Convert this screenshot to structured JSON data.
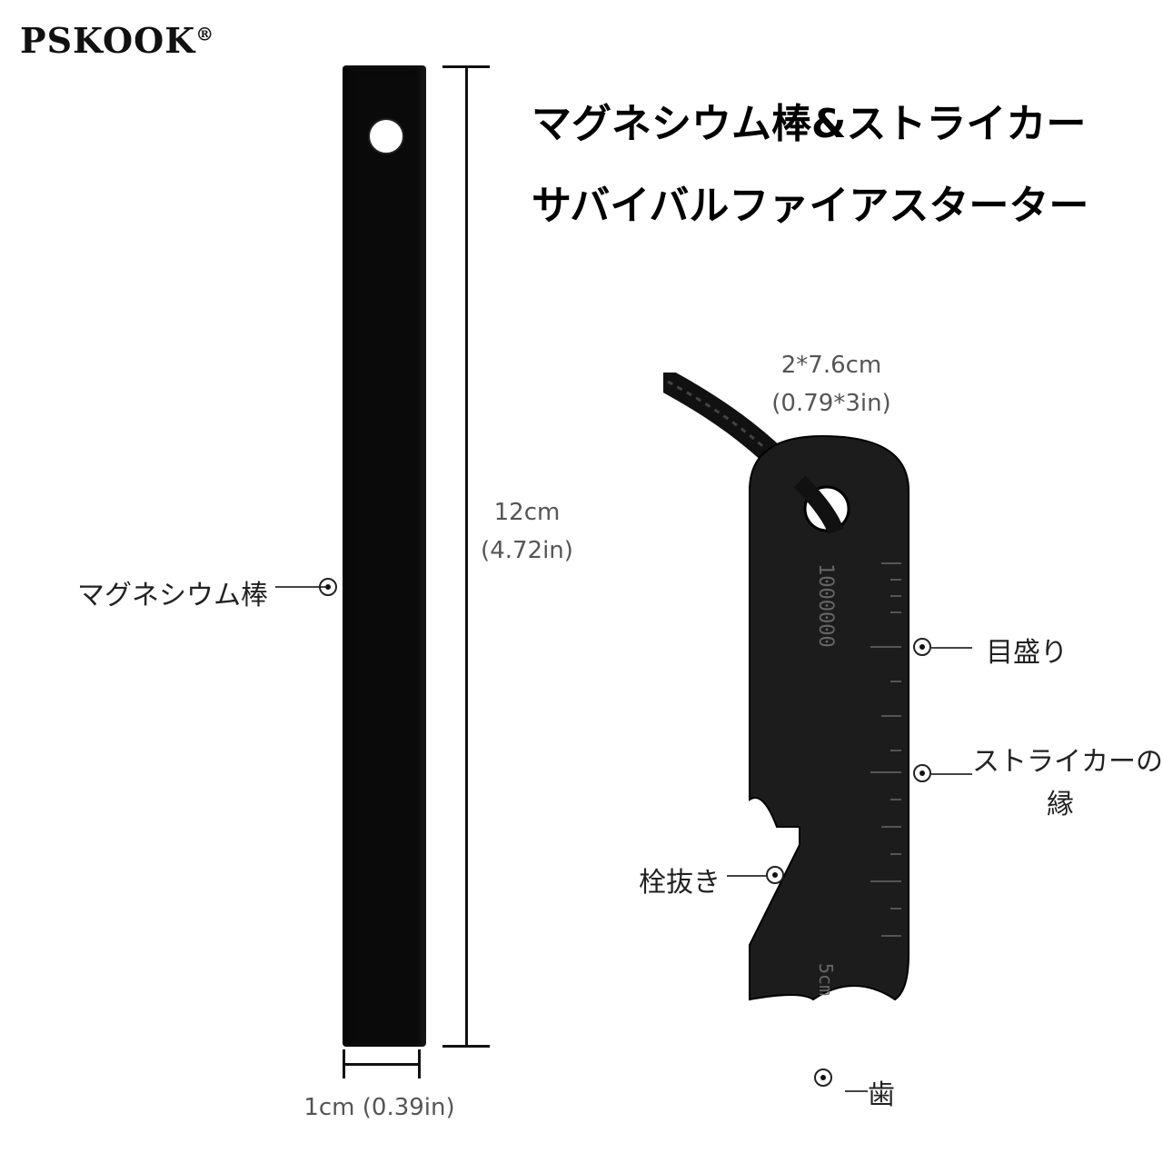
{
  "brand": {
    "name": "PSKOOK",
    "mark": "®"
  },
  "headline": {
    "line1": "マグネシウム棒&ストライカー",
    "line2": "サバイバルファイアスターター"
  },
  "rod": {
    "length_cm": "12cm",
    "length_in": "(4.72in)",
    "width": "1cm (0.39in)",
    "label": "マグネシウム棒"
  },
  "striker": {
    "size_cm": "2*7.6cm",
    "size_in": "(0.79*3in)",
    "engraving_top": "1000000",
    "engraving_bottom": "5cm",
    "labels": {
      "scale": "目盛り",
      "edge_line1": "ストライカーの",
      "edge_line2": "縁",
      "bottle_opener": "栓抜き",
      "teeth": "歯"
    }
  },
  "colors": {
    "product": "#0a0a0a",
    "text": "#222222",
    "background": "#ffffff"
  }
}
